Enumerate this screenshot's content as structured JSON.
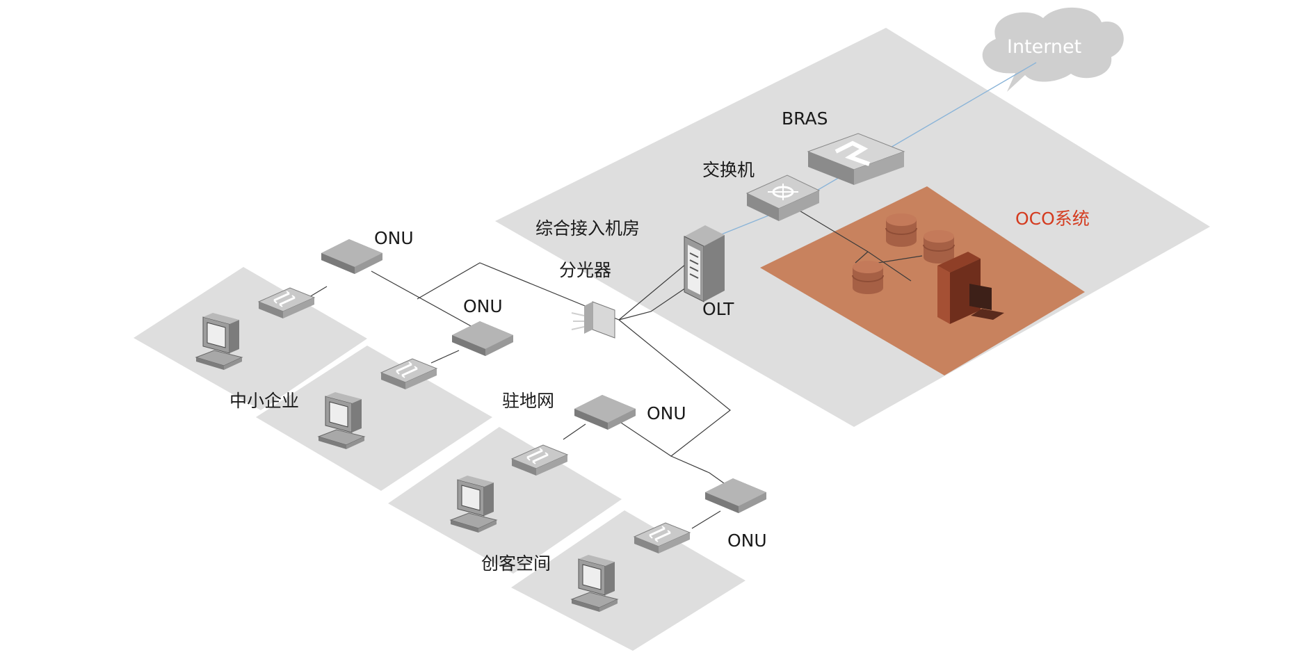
{
  "diagram": {
    "internet_label": "Internet",
    "bras_label": "BRAS",
    "switch_label": "交换机",
    "access_room_label": "综合接入机房",
    "oco_label": "OCO系统",
    "splitter_label": "分光器",
    "olt_label": "OLT",
    "onu_label_1": "ONU",
    "onu_label_2": "ONU",
    "onu_label_3": "ONU",
    "onu_label_4": "ONU",
    "zone_sme": "中小企业",
    "zone_resident": "驻地网",
    "zone_maker": "创客空间"
  },
  "colors": {
    "platform": "#dedede",
    "oco_area": "#c8825e",
    "cloud": "#cfcfcf",
    "device_top": "#b3b3b3",
    "device_side": "#8d8d8d",
    "line": "#333333",
    "uplink": "#8ab4d8",
    "oco_text": "#d43b1f"
  },
  "icons": [
    "cloud-icon",
    "bras-router-icon",
    "switch-icon",
    "olt-cabinet-icon",
    "splitter-icon",
    "onu-icon",
    "ethernet-switch-icon",
    "desktop-pc-icon",
    "database-icon",
    "server-workstation-icon"
  ]
}
